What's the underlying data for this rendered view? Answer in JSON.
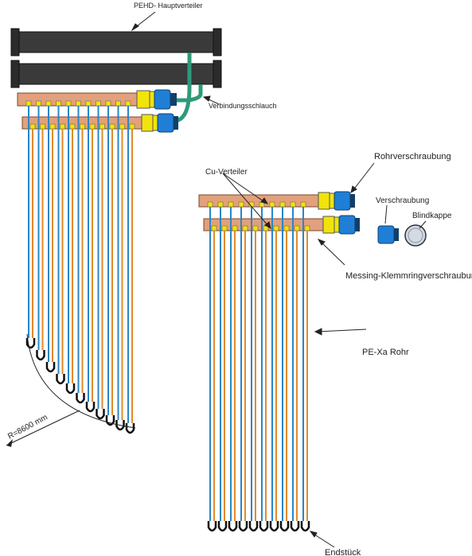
{
  "labels": {
    "main_manifold": "PEHD- Hauptverteiler",
    "connection_hose": "Verbindungsschlauch",
    "pipe_union": "Rohrverschraubung",
    "copper_manifold": "Cu-Verteiler",
    "union": "Verschraubung",
    "blind_cap": "Blindkappe",
    "brass_compression_fitting": "Messing-Klemmringverschraubung",
    "pex_pipe": "PE-Xa Rohr",
    "end_piece": "Endstück",
    "bend_radius": "R=8600 mm"
  },
  "colors": {
    "background": "#ffffff",
    "pehd_pipe": "#3a3a3a",
    "copper": "#e3a07c",
    "brass": "#f1e40a",
    "union_blue": "#1f7fd6",
    "hose_green": "#2f9a7a",
    "pipe_blue": "#2a86c8",
    "pipe_orange": "#e38a2c",
    "line": "#222222"
  }
}
